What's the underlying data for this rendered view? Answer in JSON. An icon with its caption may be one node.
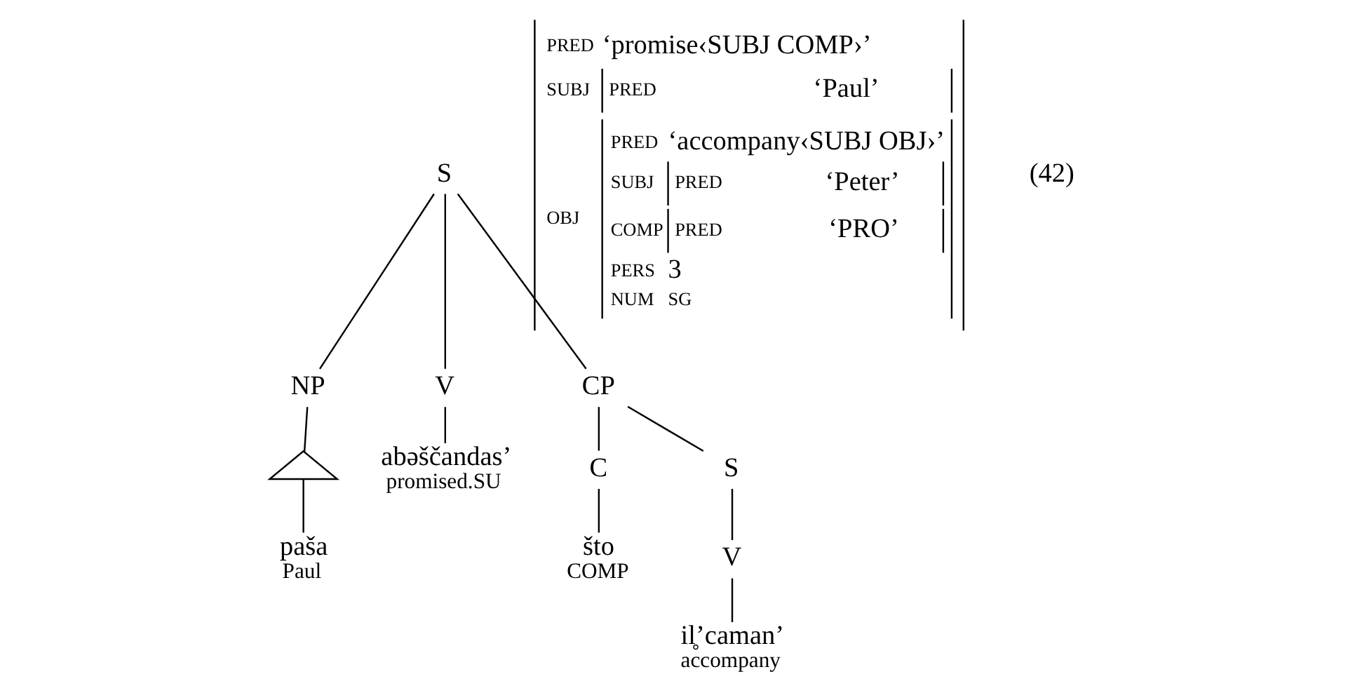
{
  "diagram": {
    "nodes": [
      {
        "text": [
          "S"
        ]
      },
      {
        "text": [
          "NP"
        ]
      },
      {
        "text": [
          "V"
        ]
      },
      {
        "text": [
          "CP"
        ]
      },
      {
        "text": [],
        "shape": "triangle"
      },
      {
        "text": [
          "paša",
          "Paul"
        ]
      },
      {
        "text": [
          "abəščandas’",
          "promised.SU"
        ]
      },
      {
        "text": [
          "C"
        ]
      },
      {
        "text": [
          "S"
        ]
      },
      {
        "text": [
          "što",
          "COMP"
        ]
      },
      {
        "text": [
          "V"
        ]
      },
      {
        "text": [
          "il̥’caman’",
          "accompany"
        ]
      }
    ],
    "edges": [
      {
        "from": 0,
        "to": 1,
        "arrow": "none"
      },
      {
        "from": 0,
        "to": 2,
        "arrow": "none"
      },
      {
        "from": 0,
        "to": 3,
        "arrow": "none"
      },
      {
        "from": 1,
        "to": 4,
        "arrow": "none"
      },
      {
        "from": 4,
        "to": 5,
        "arrow": "none"
      },
      {
        "from": 2,
        "to": 6,
        "arrow": "none"
      },
      {
        "from": 3,
        "to": 7,
        "arrow": "none"
      },
      {
        "from": 3,
        "to": 8,
        "arrow": "none"
      },
      {
        "from": 7,
        "to": 9,
        "arrow": "none"
      },
      {
        "from": 8,
        "to": 10,
        "arrow": "none"
      },
      {
        "from": 10,
        "to": 11,
        "arrow": "none"
      }
    ],
    "labels": [
      "(42)",
      "PRED",
      "‘promise‹SUBJ COMP›’",
      "SUBJ",
      "PRED",
      "‘Paul’",
      "PRED",
      "‘accompany‹SUBJ OBJ›’",
      "SUBJ",
      "PRED",
      "‘Peter’",
      "OBJ",
      "COMP",
      "PRED",
      "‘PRO’",
      "PERS",
      "3",
      "NUM",
      "SG"
    ]
  }
}
